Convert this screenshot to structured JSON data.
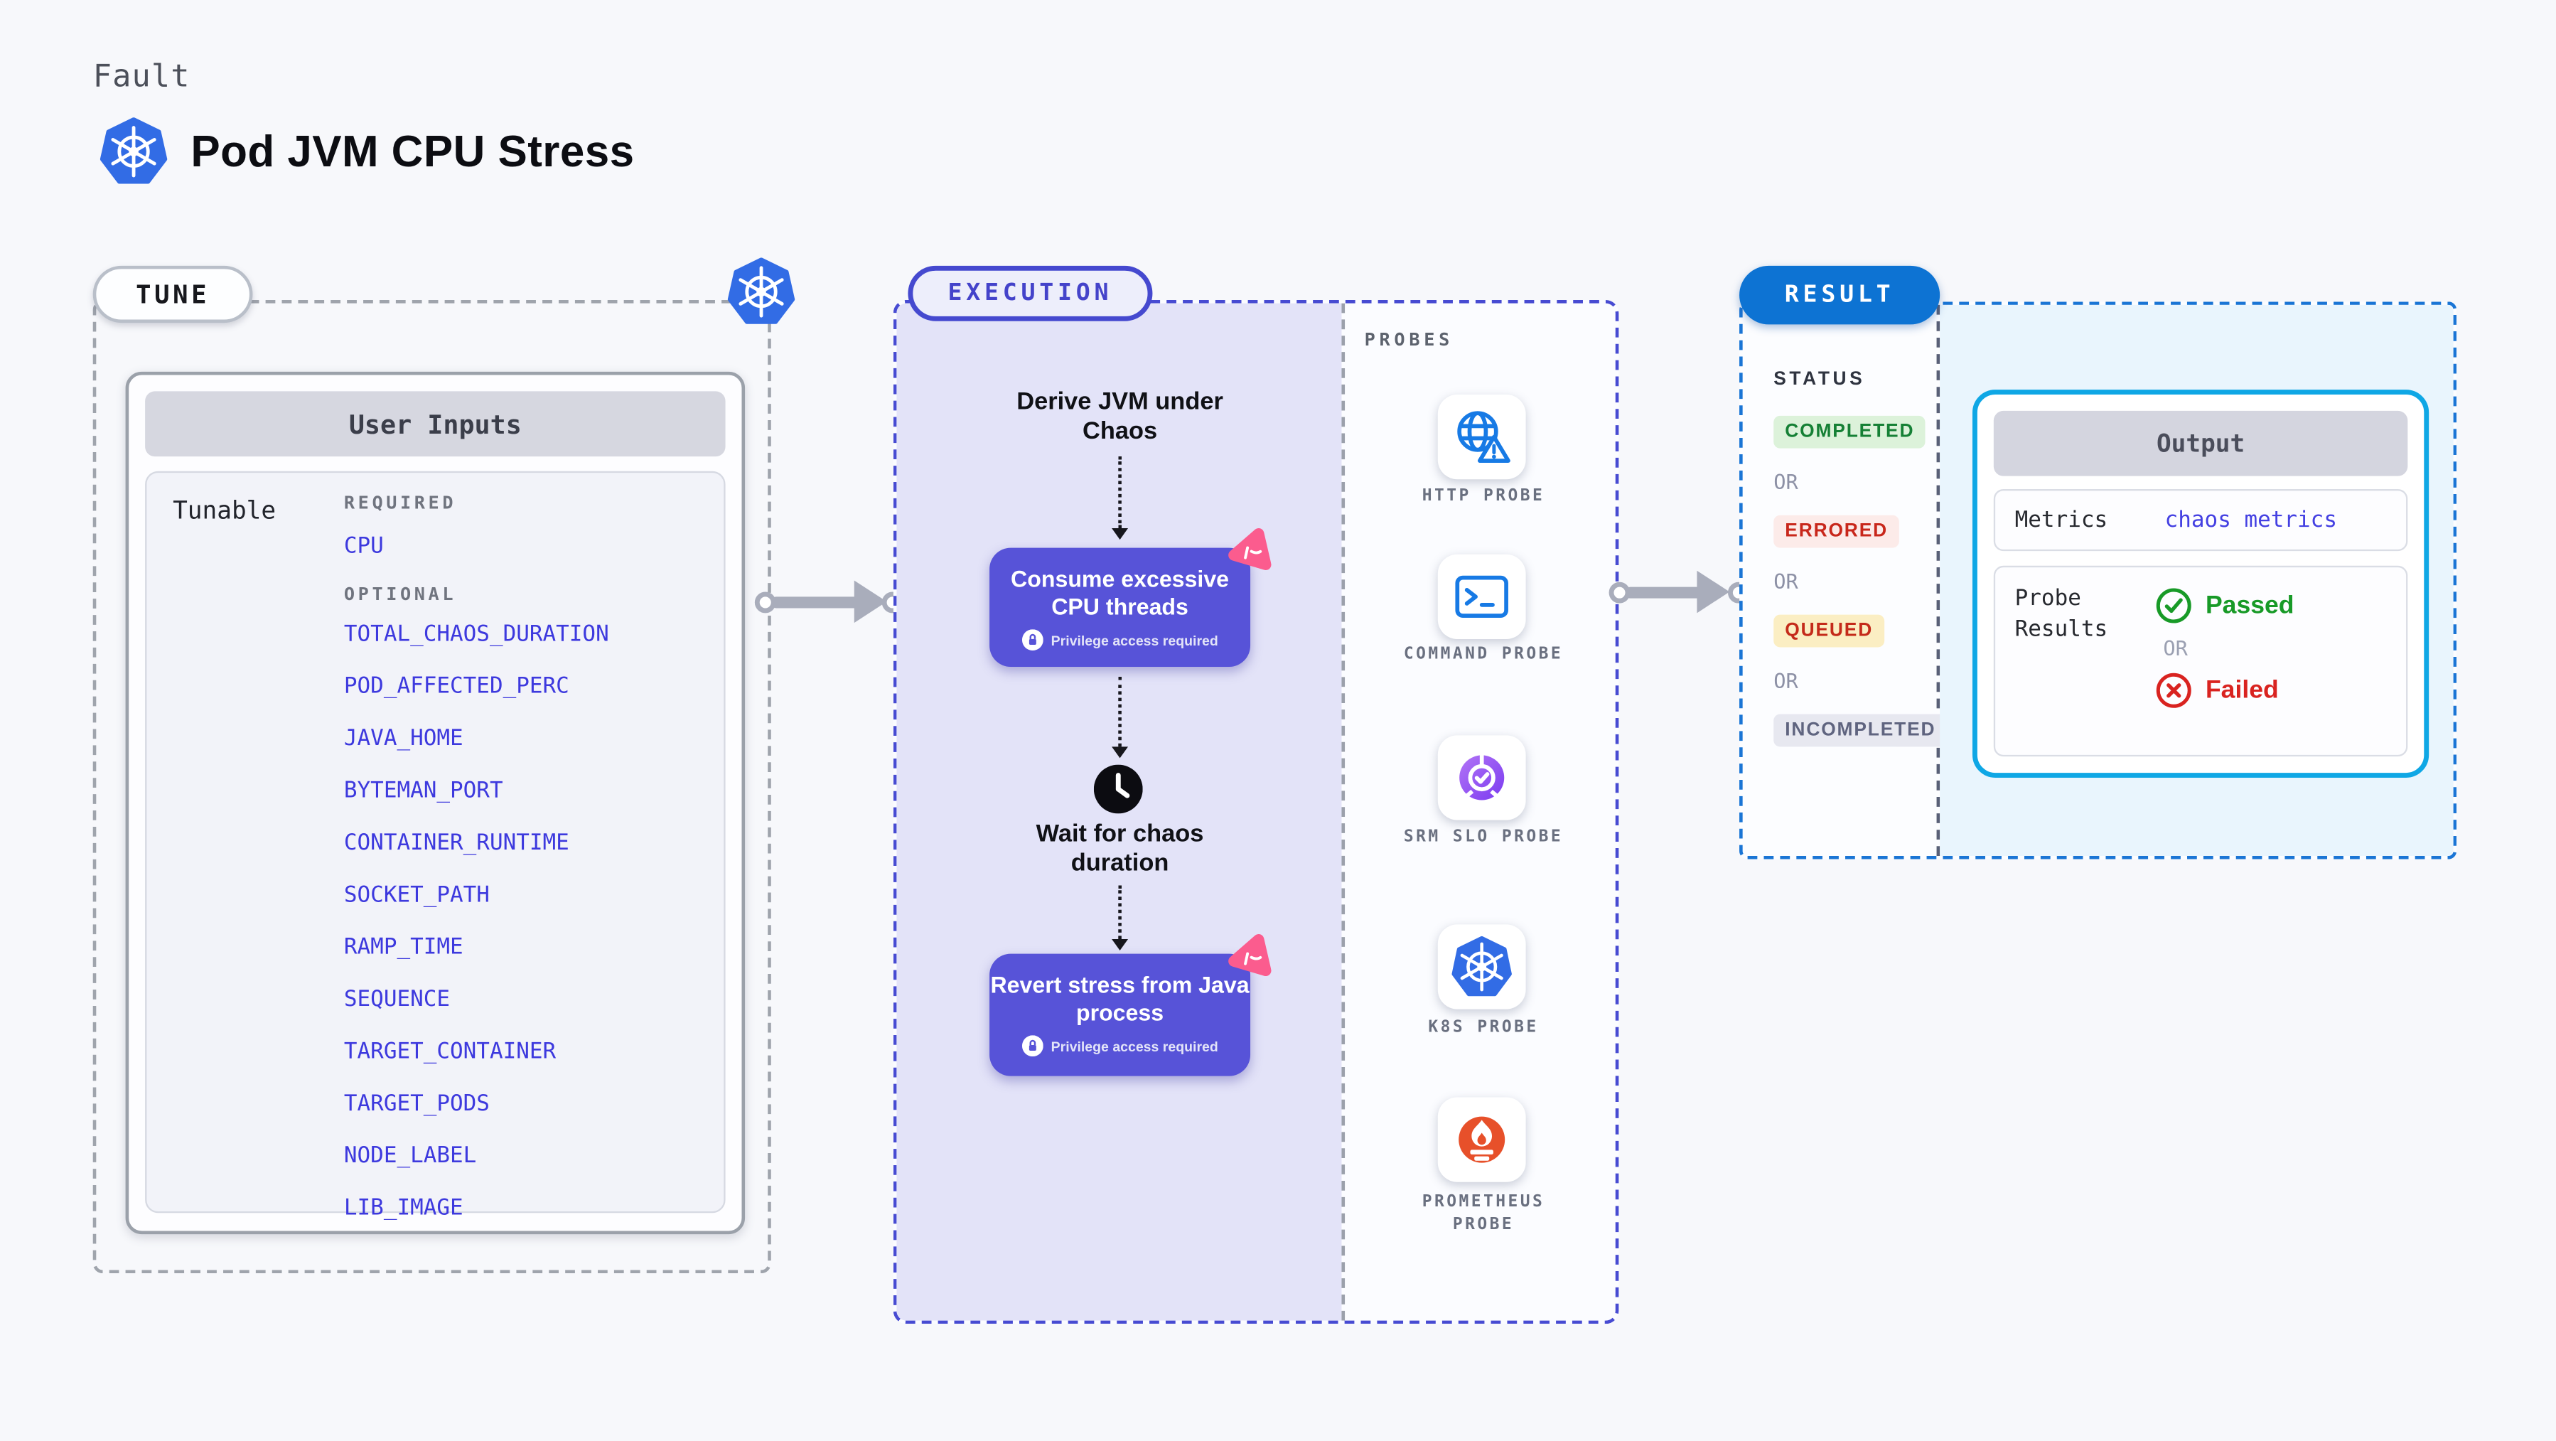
{
  "header": {
    "eyebrow": "Fault",
    "title": "Pod JVM CPU Stress"
  },
  "tune": {
    "badge": "TUNE",
    "card_title": "User Inputs",
    "row_label": "Tunable",
    "required_label": "REQUIRED",
    "required_items": [
      "CPU"
    ],
    "optional_label": "OPTIONAL",
    "optional_items": [
      "TOTAL_CHAOS_DURATION",
      "POD_AFFECTED_PERC",
      "JAVA_HOME",
      "BYTEMAN_PORT",
      "CONTAINER_RUNTIME",
      "SOCKET_PATH",
      "RAMP_TIME",
      "SEQUENCE",
      "TARGET_CONTAINER",
      "TARGET_PODS",
      "NODE_LABEL",
      "LIB_IMAGE"
    ]
  },
  "execution": {
    "badge": "EXECUTION",
    "steps": {
      "derive": "Derive JVM under Chaos",
      "consume": "Consume excessive CPU threads",
      "wait": "Wait for chaos duration",
      "revert": "Revert stress from Java process"
    },
    "privilege_note": "Privilege access required"
  },
  "probes": {
    "label": "PROBES",
    "items": [
      {
        "name": "HTTP PROBE",
        "icon": "http-probe-icon"
      },
      {
        "name": "COMMAND PROBE",
        "icon": "command-probe-icon"
      },
      {
        "name": "SRM SLO PROBE",
        "icon": "srm-slo-probe-icon"
      },
      {
        "name": "K8S PROBE",
        "icon": "k8s-probe-icon"
      },
      {
        "name": "PROMETHEUS PROBE",
        "icon": "prometheus-probe-icon"
      }
    ]
  },
  "result": {
    "badge": "RESULT",
    "status_label": "STATUS",
    "or_label": "OR",
    "statuses": [
      {
        "label": "COMPLETED",
        "type": "completed"
      },
      {
        "label": "ERRORED",
        "type": "errored"
      },
      {
        "label": "QUEUED",
        "type": "queued"
      },
      {
        "label": "INCOMPLETED",
        "type": "incompleted"
      }
    ],
    "output": {
      "title": "Output",
      "metrics_label": "Metrics",
      "metrics_value": "chaos metrics",
      "probe_results_label": "Probe Results",
      "passed_label": "Passed",
      "or_label": "OR",
      "failed_label": "Failed"
    }
  },
  "colors": {
    "k8s_blue": "#326CE5",
    "accent_purple": "#5753D8",
    "execution_border": "#474BD2",
    "pink_mark": "#FB5C8E",
    "result_badge_blue": "#0D73D3",
    "output_border_cyan": "#0FA7E5",
    "completed_green": "#158035",
    "errored_red": "#C8271B",
    "queued_amber_bg": "#FBEEC3",
    "passed_green": "#189A27",
    "failed_red": "#D92320",
    "tunable_link_blue": "#3D39DE",
    "prometheus_orange": "#E7502A"
  }
}
